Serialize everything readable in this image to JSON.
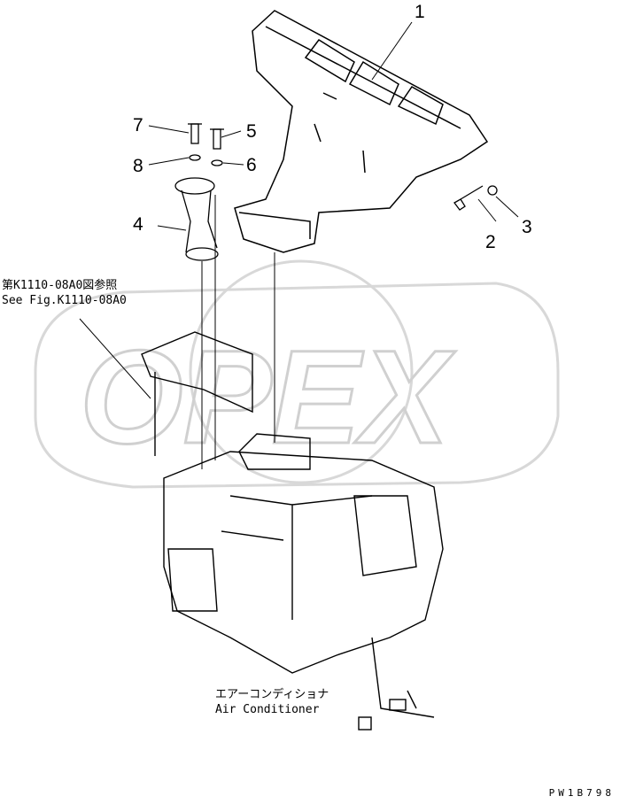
{
  "callouts": [
    "1",
    "2",
    "3",
    "4",
    "5",
    "6",
    "7",
    "8"
  ],
  "reference_note": {
    "jp": "第K1110-08A0図参照",
    "en": "See Fig.K1110-08A0"
  },
  "component_label": {
    "jp": "エアーコンディショナ",
    "en": "Air Conditioner"
  },
  "drawing_code": "PW1B798",
  "watermark": "OPEX"
}
